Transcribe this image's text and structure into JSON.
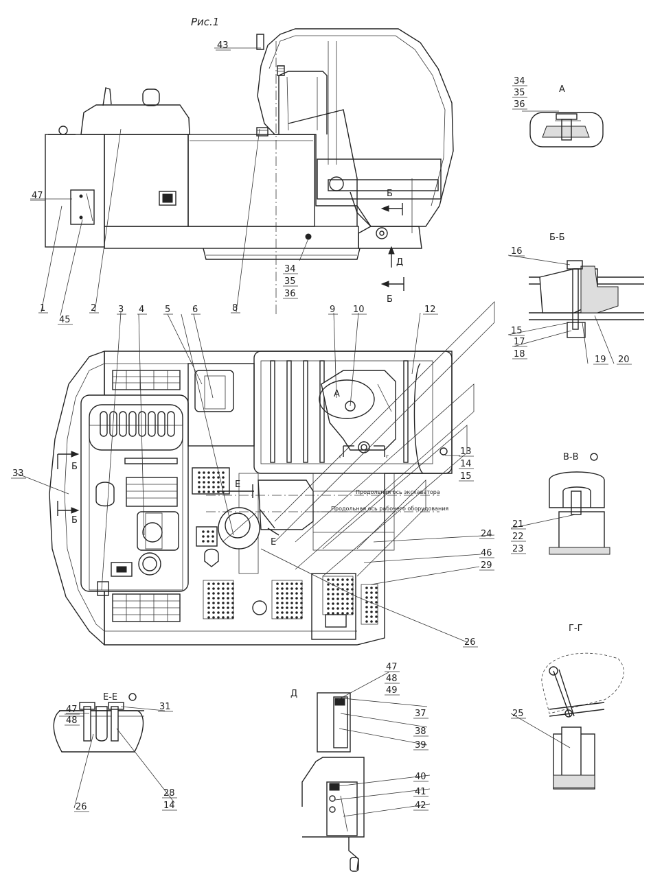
{
  "figure": {
    "title": "Рис.1"
  },
  "view_titles": {
    "a": "А",
    "bb": "Б-Б",
    "vv": "В-В",
    "gg": "Г-Г",
    "ee": "Е-Е",
    "d": "Д"
  },
  "axis_labels": {
    "excavator_axis": "Продольная ось экскаватора",
    "equipment_axis": "Продольная ось рабочего оборудования"
  },
  "section_marks": {
    "b": "Б",
    "d": "Д",
    "e": "Е",
    "g": "г",
    "a": "А"
  },
  "callouts": [
    {
      "id": "c43",
      "text": "43"
    },
    {
      "id": "c47a",
      "text": "47"
    },
    {
      "id": "c1",
      "text": "1"
    },
    {
      "id": "c45",
      "text": "45"
    },
    {
      "id": "c2",
      "text": "2"
    },
    {
      "id": "c8",
      "text": "8"
    },
    {
      "id": "c34a",
      "text": "34"
    },
    {
      "id": "c35a",
      "text": "35"
    },
    {
      "id": "c36a",
      "text": "36"
    },
    {
      "id": "c34b",
      "text": "34"
    },
    {
      "id": "c35b",
      "text": "35"
    },
    {
      "id": "c36b",
      "text": "36"
    },
    {
      "id": "c16",
      "text": "16"
    },
    {
      "id": "c15a",
      "text": "15"
    },
    {
      "id": "c17",
      "text": "17"
    },
    {
      "id": "c18",
      "text": "18"
    },
    {
      "id": "c19",
      "text": "19"
    },
    {
      "id": "c20",
      "text": "20"
    },
    {
      "id": "c3",
      "text": "3"
    },
    {
      "id": "c4",
      "text": "4"
    },
    {
      "id": "c5",
      "text": "5"
    },
    {
      "id": "c6",
      "text": "6"
    },
    {
      "id": "c9",
      "text": "9"
    },
    {
      "id": "c10",
      "text": "10"
    },
    {
      "id": "c12",
      "text": "12"
    },
    {
      "id": "c13",
      "text": "13"
    },
    {
      "id": "c14a",
      "text": "14"
    },
    {
      "id": "c15b",
      "text": "15"
    },
    {
      "id": "c33",
      "text": "33"
    },
    {
      "id": "c24",
      "text": "24"
    },
    {
      "id": "c46",
      "text": "46"
    },
    {
      "id": "c29",
      "text": "29"
    },
    {
      "id": "c26a",
      "text": "26"
    },
    {
      "id": "c21",
      "text": "21"
    },
    {
      "id": "c22",
      "text": "22"
    },
    {
      "id": "c23",
      "text": "23"
    },
    {
      "id": "c25",
      "text": "25"
    },
    {
      "id": "c47b",
      "text": "47"
    },
    {
      "id": "c48a",
      "text": "48"
    },
    {
      "id": "c31",
      "text": "31"
    },
    {
      "id": "c26b",
      "text": "26"
    },
    {
      "id": "c28",
      "text": "28"
    },
    {
      "id": "c14b",
      "text": "14"
    },
    {
      "id": "c47c",
      "text": "47"
    },
    {
      "id": "c48b",
      "text": "48"
    },
    {
      "id": "c49",
      "text": "49"
    },
    {
      "id": "c37",
      "text": "37"
    },
    {
      "id": "c38",
      "text": "38"
    },
    {
      "id": "c39",
      "text": "39"
    },
    {
      "id": "c40",
      "text": "40"
    },
    {
      "id": "c41",
      "text": "41"
    },
    {
      "id": "c42",
      "text": "42"
    }
  ]
}
